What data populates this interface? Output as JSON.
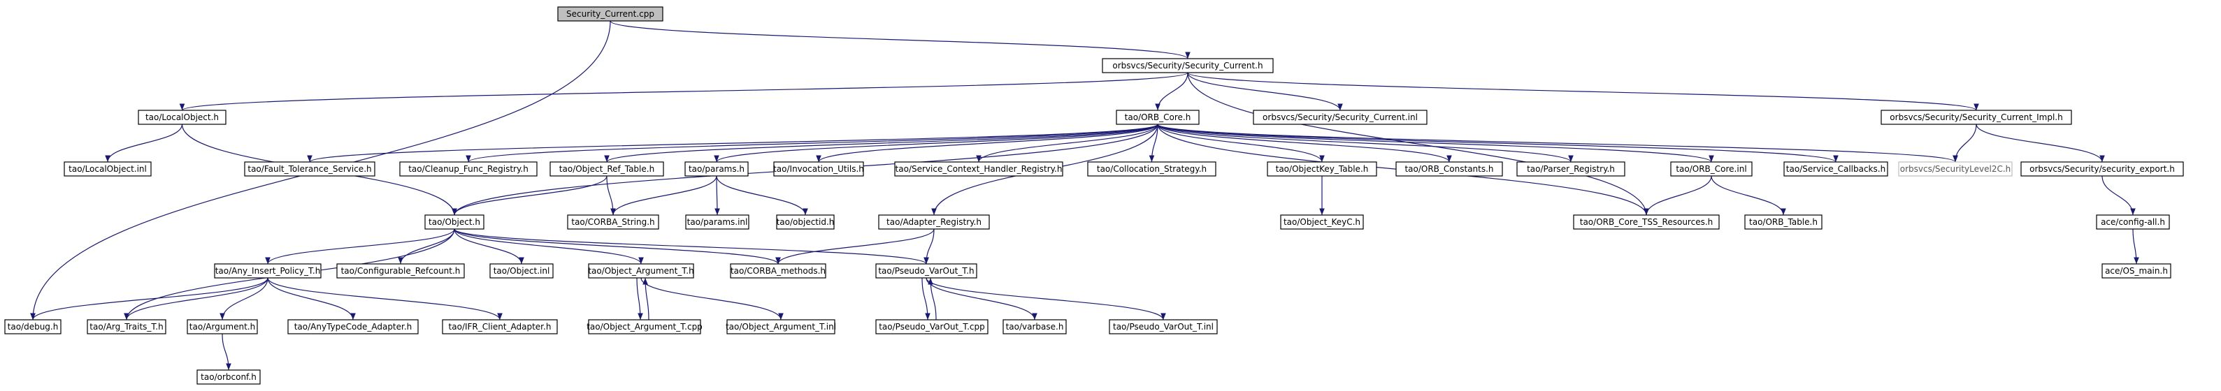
{
  "graph": {
    "edge_color": "#191970",
    "nodes": [
      {
        "id": "n_sec_cpp",
        "label": "Security_Current.cpp",
        "root": true
      },
      {
        "id": "n_sec_h",
        "label": "orbsvcs/Security/Security_Current.h"
      },
      {
        "id": "n_localobj_h",
        "label": "tao/LocalObject.h"
      },
      {
        "id": "n_orb_core_h",
        "label": "tao/ORB_Core.h"
      },
      {
        "id": "n_sec_inl",
        "label": "orbsvcs/Security/Security_Current.inl"
      },
      {
        "id": "n_sec_impl_h",
        "label": "orbsvcs/Security/Security_Current_Impl.h"
      },
      {
        "id": "n_localobj_inl",
        "label": "tao/LocalObject.inl"
      },
      {
        "id": "n_fault_tol",
        "label": "tao/Fault_Tolerance_Service.h"
      },
      {
        "id": "n_cleanup",
        "label": "tao/Cleanup_Func_Registry.h"
      },
      {
        "id": "n_obj_ref_table",
        "label": "tao/Object_Ref_Table.h"
      },
      {
        "id": "n_params_h",
        "label": "tao/params.h"
      },
      {
        "id": "n_invocation",
        "label": "tao/Invocation_Utils.h"
      },
      {
        "id": "n_svc_ctx",
        "label": "tao/Service_Context_Handler_Registry.h"
      },
      {
        "id": "n_collocation",
        "label": "tao/Collocation_Strategy.h"
      },
      {
        "id": "n_objkey_table",
        "label": "tao/ObjectKey_Table.h"
      },
      {
        "id": "n_orb_constants",
        "label": "tao/ORB_Constants.h"
      },
      {
        "id": "n_parser_reg",
        "label": "tao/Parser_Registry.h"
      },
      {
        "id": "n_orb_core_inl",
        "label": "tao/ORB_Core.inl"
      },
      {
        "id": "n_svc_callbacks",
        "label": "tao/Service_Callbacks.h"
      },
      {
        "id": "n_sec_level2",
        "label": "orbsvcs/SecurityLevel2C.h",
        "external": true
      },
      {
        "id": "n_sec_export",
        "label": "orbsvcs/Security/security_export.h"
      },
      {
        "id": "n_object_h",
        "label": "tao/Object.h"
      },
      {
        "id": "n_corba_string",
        "label": "tao/CORBA_String.h"
      },
      {
        "id": "n_params_inl",
        "label": "tao/params.inl"
      },
      {
        "id": "n_objectid",
        "label": "tao/objectid.h"
      },
      {
        "id": "n_adapter_reg",
        "label": "tao/Adapter_Registry.h"
      },
      {
        "id": "n_objkeyc",
        "label": "tao/Object_KeyC.h"
      },
      {
        "id": "n_tss_res",
        "label": "tao/ORB_Core_TSS_Resources.h"
      },
      {
        "id": "n_orb_table",
        "label": "tao/ORB_Table.h"
      },
      {
        "id": "n_config_all",
        "label": "ace/config-all.h"
      },
      {
        "id": "n_any_insert",
        "label": "tao/Any_Insert_Policy_T.h"
      },
      {
        "id": "n_config_refcount",
        "label": "tao/Configurable_Refcount.h"
      },
      {
        "id": "n_object_inl",
        "label": "tao/Object.inl"
      },
      {
        "id": "n_obj_arg_h",
        "label": "tao/Object_Argument_T.h"
      },
      {
        "id": "n_corba_methods",
        "label": "tao/CORBA_methods.h"
      },
      {
        "id": "n_pseudo_h",
        "label": "tao/Pseudo_VarOut_T.h"
      },
      {
        "id": "n_os_main",
        "label": "ace/OS_main.h"
      },
      {
        "id": "n_debug",
        "label": "tao/debug.h"
      },
      {
        "id": "n_arg_traits",
        "label": "tao/Arg_Traits_T.h"
      },
      {
        "id": "n_argument",
        "label": "tao/Argument.h"
      },
      {
        "id": "n_anytypecode",
        "label": "tao/AnyTypeCode_Adapter.h"
      },
      {
        "id": "n_ifr_client",
        "label": "tao/IFR_Client_Adapter.h"
      },
      {
        "id": "n_obj_arg_cpp",
        "label": "tao/Object_Argument_T.cpp"
      },
      {
        "id": "n_obj_arg_inl",
        "label": "tao/Object_Argument_T.inl"
      },
      {
        "id": "n_pseudo_cpp",
        "label": "tao/Pseudo_VarOut_T.cpp"
      },
      {
        "id": "n_varbase",
        "label": "tao/varbase.h"
      },
      {
        "id": "n_pseudo_inl",
        "label": "tao/Pseudo_VarOut_T.inl"
      },
      {
        "id": "n_orbconf",
        "label": "tao/orbconf.h"
      }
    ]
  }
}
